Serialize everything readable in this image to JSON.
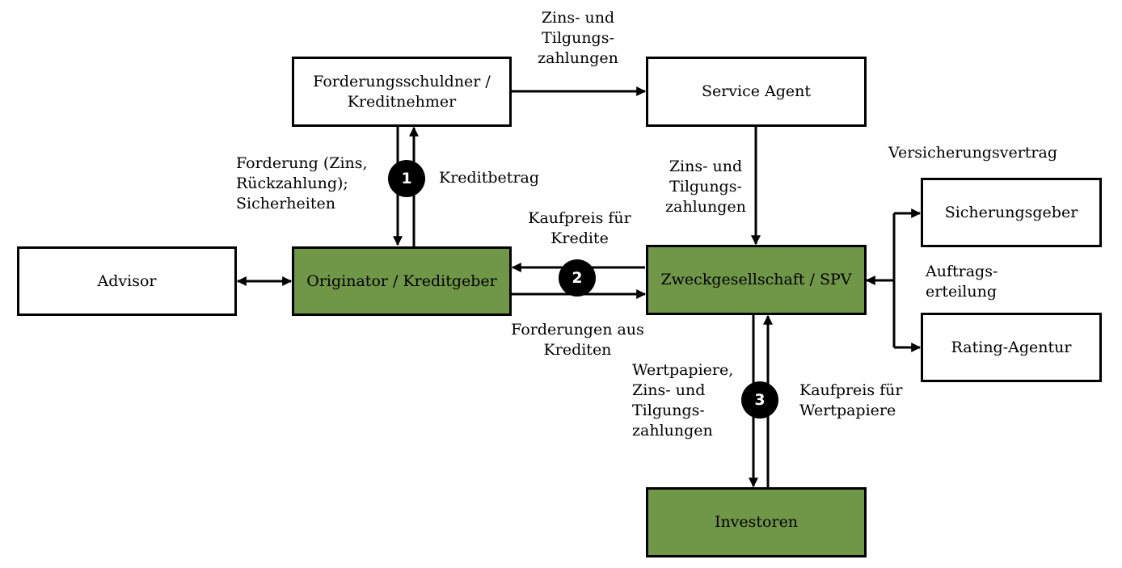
{
  "colors": {
    "highlight": "#709648",
    "line": "#000000"
  },
  "nodes": {
    "forderungsschuldner": "Forderungsschuldner /\nKreditnehmer",
    "service_agent": "Service Agent",
    "advisor": "Advisor",
    "originator": "Originator / Kreditgeber",
    "spv": "Zweckgesellschaft / SPV",
    "sicherungsgeber": "Sicherungsgeber",
    "rating_agentur": "Rating-Agentur",
    "investoren": "Investoren"
  },
  "labels": {
    "zins_tilgung_top": "Zins- und\nTilgungs-\nzahlungen",
    "forderung_zins": "Forderung (Zins,\nRückzahlung);\nSicherheiten",
    "kreditbetrag": "Kreditbetrag",
    "zins_tilgung_mid": "Zins- und\nTilgungs-\nzahlungen",
    "versicherungsvertrag": "Versicherungsvertrag",
    "kaufpreis_kredite": "Kaufpreis für\nKredite",
    "forderungen_aus_krediten": "Forderungen aus\nKrediten",
    "auftragserteilung": "Auftrags-\nerteilung",
    "wertpapiere_zins": "Wertpapiere,\nZins- und\nTilgungs-\nzahlungen",
    "kaufpreis_wertpapiere": "Kaufpreis für\nWertpapiere"
  },
  "steps": {
    "one": "1",
    "two": "2",
    "three": "3"
  }
}
